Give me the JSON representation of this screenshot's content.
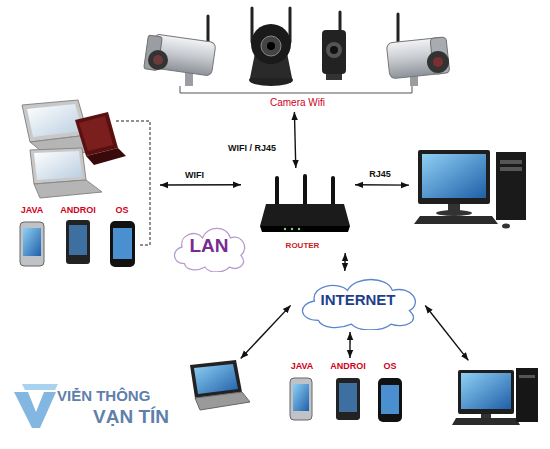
{
  "diagram": {
    "nodes": [
      {
        "text": [
          "Camera Wifi"
        ]
      },
      {
        "text": [
          "JAVA",
          "ANDROI",
          "OS"
        ]
      },
      {
        "text": [
          "ROUTER"
        ]
      },
      {
        "text": []
      },
      {
        "text": [
          "LAN"
        ]
      },
      {
        "text": [
          "INTERNET"
        ]
      },
      {
        "text": []
      },
      {
        "text": [
          "JAVA",
          "ANDROI",
          "OS"
        ]
      },
      {
        "text": []
      }
    ],
    "edges": [
      {
        "from": 0,
        "to": 2,
        "label": "WIFI / RJ45",
        "arrow": "both"
      },
      {
        "from": 1,
        "to": 2,
        "label": "WIFI",
        "arrow": "both"
      },
      {
        "from": 2,
        "to": 3,
        "label": "RJ45",
        "arrow": "both"
      },
      {
        "from": 5,
        "to": 2,
        "arrow": "both"
      },
      {
        "from": 5,
        "to": 6,
        "arrow": "both"
      },
      {
        "from": 5,
        "to": 7,
        "arrow": "both"
      },
      {
        "from": 5,
        "to": 8,
        "arrow": "both"
      }
    ],
    "labels": [
      "VIỄN THÔNG",
      "VẠN TÍN"
    ]
  }
}
